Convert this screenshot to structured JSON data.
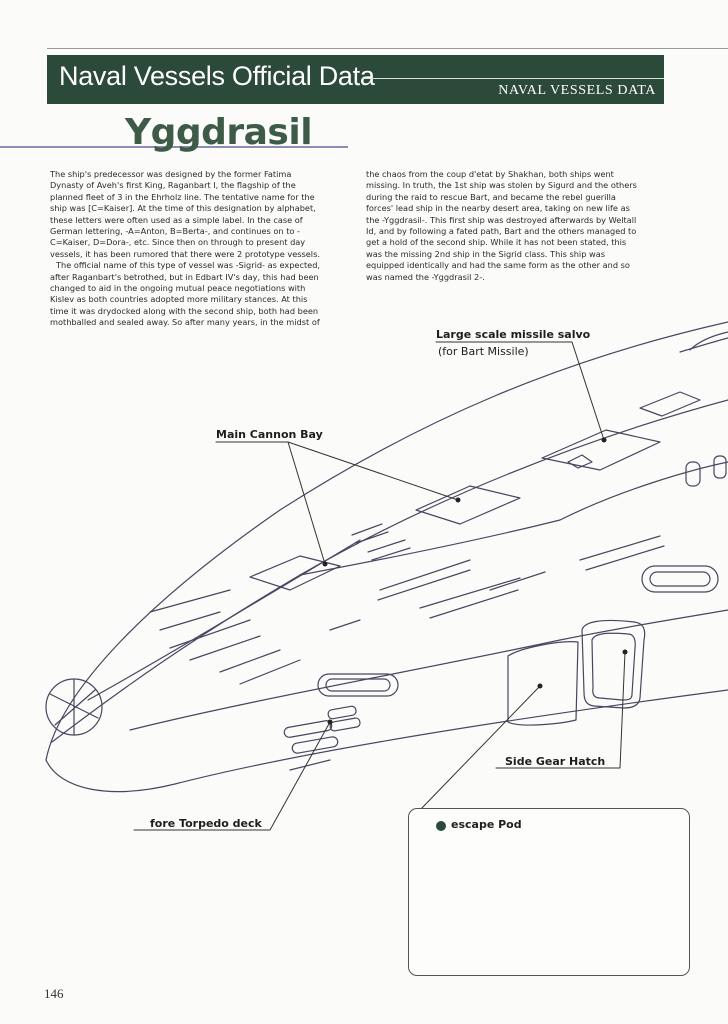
{
  "header": {
    "title": "Naval Vessels Official Data",
    "subtitle": "NAVAL VESSELS DATA"
  },
  "ship_name": "Yggdrasil",
  "body": {
    "left_paragraphs": [
      "The ship's predecessor was designed by the former Fatima Dynasty of Aveh's first King, Raganbart I, the flagship of the planned fleet of 3 in the Ehrholz line. The tentative name for the ship was [C=Kaiser]. At the time of this designation by alphabet, these letters were often used as a simple label. In the case of German lettering, -A=Anton, B=Berta-, and continues on to -C=Kaiser, D=Dora-, etc. Since then on through to present day vessels, it has been rumored that there were 2 prototype vessels.",
      "The official name of this type of vessel was -Sigrid- as expected, after Raganbart's betrothed, but in Edbart IV's day, this had been changed to aid in the ongoing mutual peace negotiations with Kislev as both countries adopted more military stances. At this time it was drydocked along with the second ship, both had been mothballed and sealed away. So after many years, in the midst of"
    ],
    "right_paragraphs": [
      "the chaos from the coup d'etat by Shakhan, both ships went missing. In truth, the 1st ship was stolen by Sigurd and the others during the raid to rescue Bart, and became the rebel guerilla forces' lead ship in the nearby desert area, taking on new life as the -Yggdrasil-. This first ship was destroyed afterwards by Weltall Id, and by following a fated path, Bart and the others managed to get a hold of the second ship. While it has not been stated, this was the missing 2nd ship in the Sigrid class. This ship was equipped identically and had the same form as the other and so was named the -Yggdrasil 2-."
    ]
  },
  "callouts": {
    "missile": "Large scale missile salvo",
    "missile_note": "(for Bart Missile)",
    "cannon": "Main Cannon Bay",
    "gear": "Side Gear Hatch",
    "torpedo": "fore Torpedo deck",
    "pod": "escape Pod"
  },
  "page_number": "146"
}
